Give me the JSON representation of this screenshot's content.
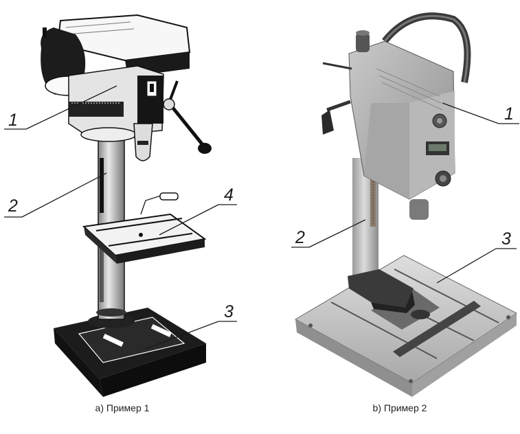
{
  "figures": [
    {
      "caption": "a) Пример 1",
      "labels": [
        "1",
        "2",
        "3",
        "4"
      ]
    },
    {
      "caption": "b) Пример 2",
      "labels": [
        "1",
        "2",
        "3"
      ]
    }
  ]
}
